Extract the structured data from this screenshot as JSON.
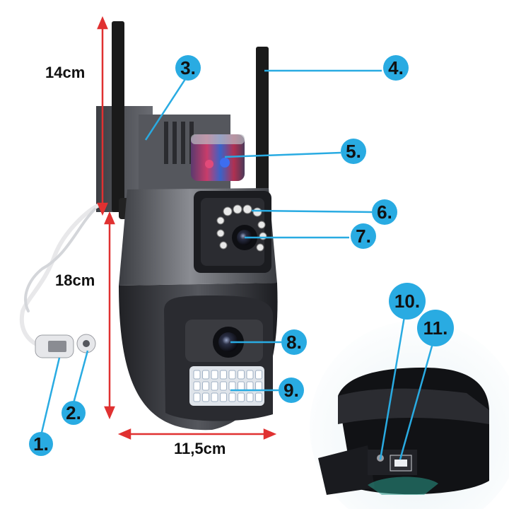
{
  "dimensions": {
    "antenna_height": "14cm",
    "body_height": "18cm",
    "body_width": "11,5cm"
  },
  "callouts": [
    "1.",
    "2.",
    "3.",
    "4.",
    "5.",
    "6.",
    "7.",
    "8.",
    "9.",
    "10.",
    "11."
  ],
  "colors": {
    "dimension_line": "#e03131",
    "callout_fill": "#29abe2",
    "leader_line": "#29abe2",
    "camera_body": "#4a4c52",
    "camera_dark": "#1e1f23",
    "antenna": "#1a1a1a"
  }
}
